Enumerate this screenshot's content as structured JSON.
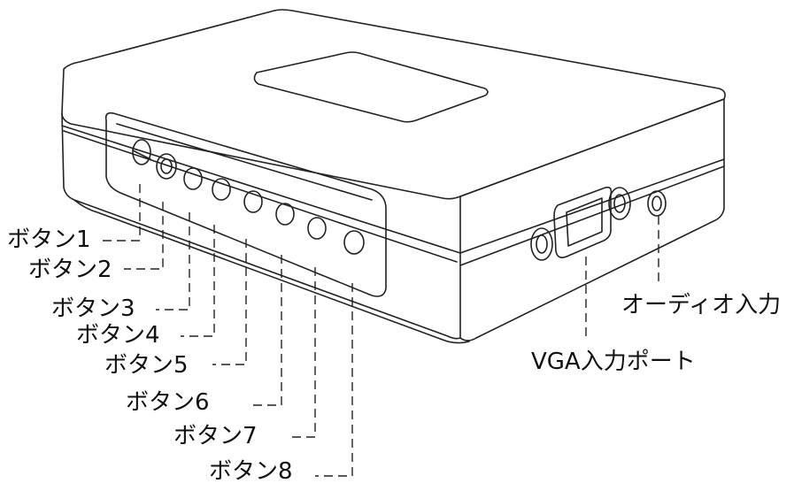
{
  "buttons": [
    {
      "label": "ボタン1"
    },
    {
      "label": "ボタン2"
    },
    {
      "label": "ボタン3"
    },
    {
      "label": "ボタン4"
    },
    {
      "label": "ボタン5"
    },
    {
      "label": "ボタン6"
    },
    {
      "label": "ボタン7"
    },
    {
      "label": "ボタン8"
    }
  ],
  "ports": {
    "audio": {
      "label": "オーディオ入力"
    },
    "vga": {
      "label": "VGA入力ポート"
    }
  },
  "colors": {
    "stroke": "#222222",
    "background": "#ffffff",
    "text": "#111111"
  }
}
